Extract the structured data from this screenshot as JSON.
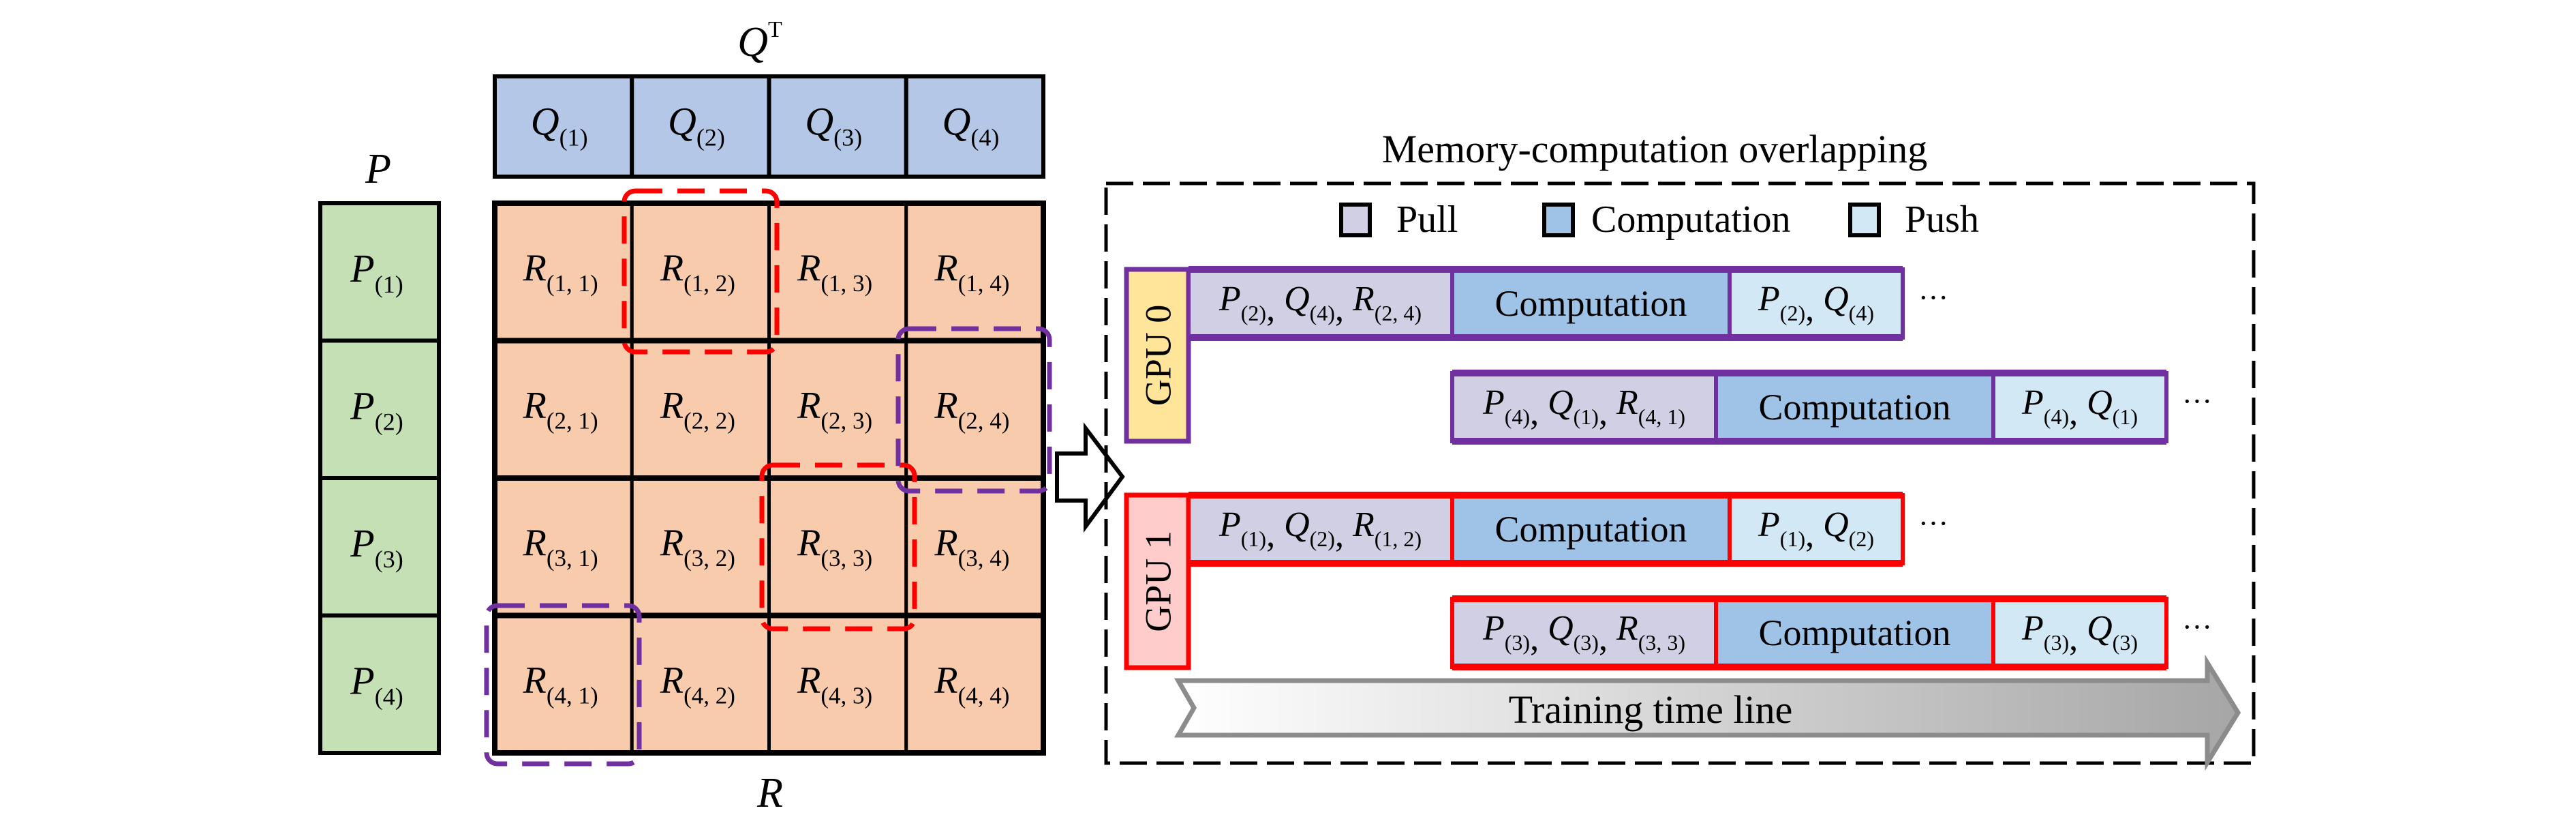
{
  "matrix_section": {
    "p_label": "P",
    "q_label": "Q",
    "q_superscript": "T",
    "r_label": "R",
    "p_blocks": [
      {
        "base": "P",
        "sub": "(1)"
      },
      {
        "base": "P",
        "sub": "(2)"
      },
      {
        "base": "P",
        "sub": "(3)"
      },
      {
        "base": "P",
        "sub": "(4)"
      }
    ],
    "q_blocks": [
      {
        "base": "Q",
        "sub": "(1)"
      },
      {
        "base": "Q",
        "sub": "(2)"
      },
      {
        "base": "Q",
        "sub": "(3)"
      },
      {
        "base": "Q",
        "sub": "(4)"
      }
    ],
    "r_blocks": [
      [
        {
          "base": "R",
          "sub": "(1, 1)"
        },
        {
          "base": "R",
          "sub": "(1, 2)"
        },
        {
          "base": "R",
          "sub": "(1, 3)"
        },
        {
          "base": "R",
          "sub": "(1, 4)"
        }
      ],
      [
        {
          "base": "R",
          "sub": "(2, 1)"
        },
        {
          "base": "R",
          "sub": "(2, 2)"
        },
        {
          "base": "R",
          "sub": "(2, 3)"
        },
        {
          "base": "R",
          "sub": "(2, 4)"
        }
      ],
      [
        {
          "base": "R",
          "sub": "(3, 1)"
        },
        {
          "base": "R",
          "sub": "(3, 2)"
        },
        {
          "base": "R",
          "sub": "(3, 3)"
        },
        {
          "base": "R",
          "sub": "(3, 4)"
        }
      ],
      [
        {
          "base": "R",
          "sub": "(4, 1)"
        },
        {
          "base": "R",
          "sub": "(4, 2)"
        },
        {
          "base": "R",
          "sub": "(4, 3)"
        },
        {
          "base": "R",
          "sub": "(4, 4)"
        }
      ]
    ],
    "highlights": [
      {
        "gpu": "GPU 1",
        "color": "#ff0000",
        "block": "R(1, 2)"
      },
      {
        "gpu": "GPU 1",
        "color": "#ff0000",
        "block": "R(3, 3)"
      },
      {
        "gpu": "GPU 0",
        "color": "#7030a0",
        "block": "R(2, 4)"
      },
      {
        "gpu": "GPU 0",
        "color": "#7030a0",
        "block": "R(4, 1)"
      }
    ]
  },
  "overlap_section": {
    "title": "Memory-computation overlapping",
    "legend": [
      {
        "label": "Pull",
        "color": "#d0cfe3"
      },
      {
        "label": "Computation",
        "color": "#9fc3e6"
      },
      {
        "label": "Push",
        "color": "#d2e9f5"
      }
    ],
    "gpus": [
      {
        "label": "GPU 0",
        "label_color": "#ffe59a",
        "border_color": "#7030a0",
        "rows": [
          {
            "pull": [
              {
                "b": "P",
                "s": "(2)"
              },
              {
                "b": "Q",
                "s": "(4)"
              },
              {
                "b": "R",
                "s": "(2, 4)"
              }
            ],
            "compute": "Computation",
            "push": [
              {
                "b": "P",
                "s": "(2)"
              },
              {
                "b": "Q",
                "s": "(4)"
              }
            ],
            "ellipsis": "···"
          },
          {
            "pull": [
              {
                "b": "P",
                "s": "(4)"
              },
              {
                "b": "Q",
                "s": "(1)"
              },
              {
                "b": "R",
                "s": "(4, 1)"
              }
            ],
            "compute": "Computation",
            "push": [
              {
                "b": "P",
                "s": "(4)"
              },
              {
                "b": "Q",
                "s": "(1)"
              }
            ],
            "ellipsis": "···"
          }
        ]
      },
      {
        "label": "GPU 1",
        "label_color": "#ffcccc",
        "border_color": "#ff0000",
        "rows": [
          {
            "pull": [
              {
                "b": "P",
                "s": "(1)"
              },
              {
                "b": "Q",
                "s": "(2)"
              },
              {
                "b": "R",
                "s": "(1, 2)"
              }
            ],
            "compute": "Computation",
            "push": [
              {
                "b": "P",
                "s": "(1)"
              },
              {
                "b": "Q",
                "s": "(2)"
              }
            ],
            "ellipsis": "···"
          },
          {
            "pull": [
              {
                "b": "P",
                "s": "(3)"
              },
              {
                "b": "Q",
                "s": "(3)"
              },
              {
                "b": "R",
                "s": "(3, 3)"
              }
            ],
            "compute": "Computation",
            "push": [
              {
                "b": "P",
                "s": "(3)"
              },
              {
                "b": "Q",
                "s": "(3)"
              }
            ],
            "ellipsis": "···"
          }
        ]
      }
    ],
    "timeline_label": "Training time line"
  },
  "colors": {
    "p_fill": "#c5e0b4",
    "q_fill": "#b4c7e7",
    "r_fill": "#f8cbad",
    "pull_fill": "#d0cfe3",
    "compute_fill": "#9fc3e6",
    "push_fill": "#d2e9f5"
  }
}
